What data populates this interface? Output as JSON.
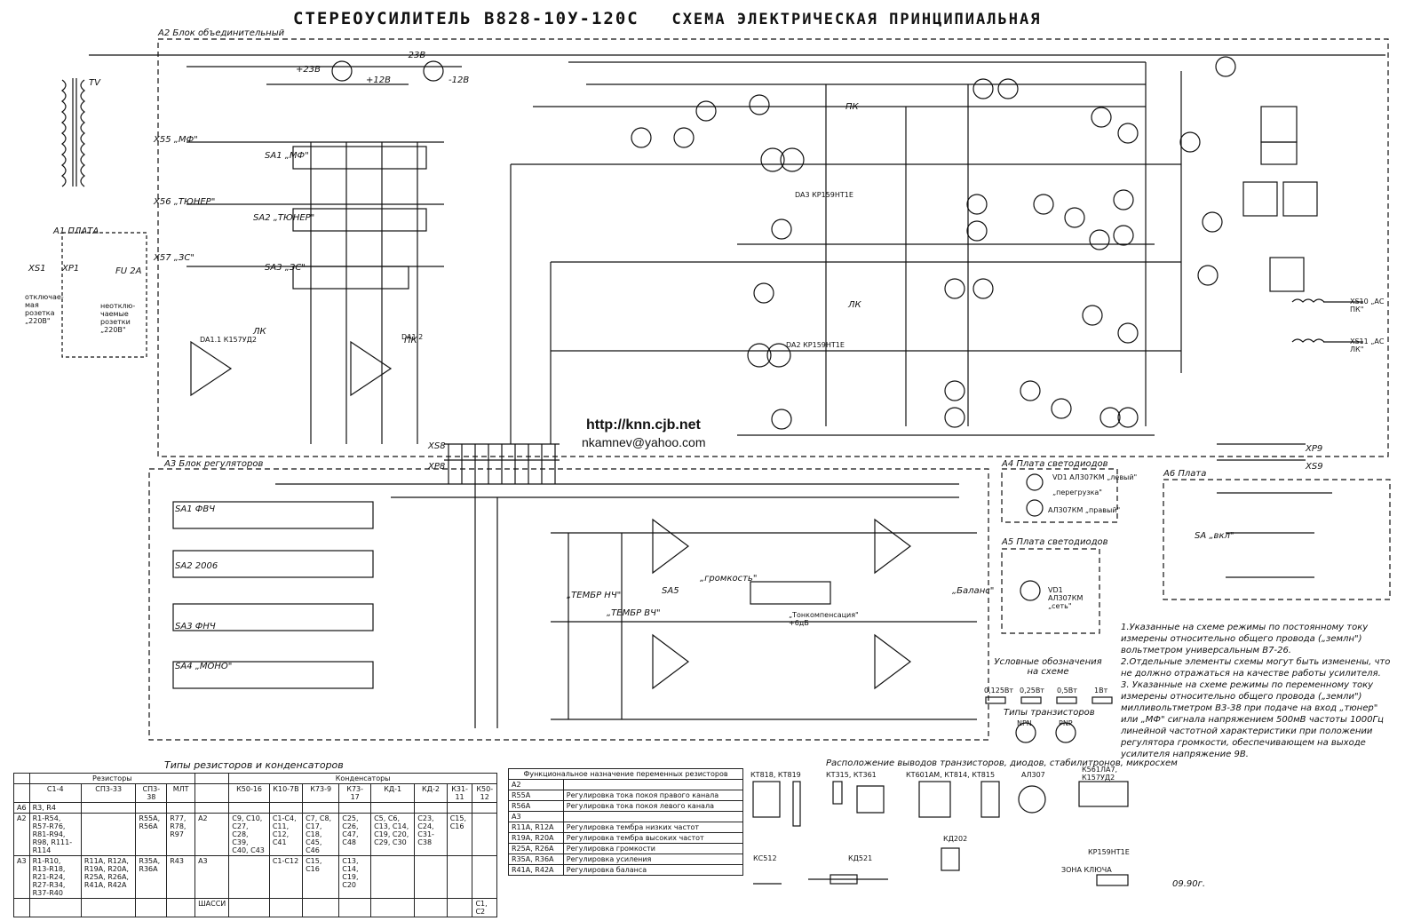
{
  "title": {
    "main": "СТЕРЕОУСИЛИТЕЛЬ В828-10У-120С",
    "sub": "СХЕМА ЭЛЕКТРИЧЕСКАЯ ПРИНЦИПИАЛЬНАЯ"
  },
  "blocks": {
    "a2": "А2 Блок объединительный",
    "a3": "А3 Блок регуляторов",
    "a4": "А4 Плата светодиодов",
    "a5": "А5 Плата светодиодов",
    "a6": "А6 Плата",
    "a1": "А1 ПЛАТА"
  },
  "web": {
    "url": "http://knn.cjb.net",
    "email": "nkamnev@yahoo.com"
  },
  "labels": {
    "xs55": "X55 „МФ\"",
    "xs56": "X56 „ТЮНЕР\"",
    "xs57": "X57 „ЗС\"",
    "sa1": "SA1 „МФ\"",
    "sa2": "SA2 „ТЮНЕР\"",
    "sa3": "SA3 „ЗС\"",
    "xs1": "XS1",
    "xp1": "XP1",
    "socket_off": "отключае- мая розетка „220В\"",
    "socket_on": "неотклю- чаемые розетки „220В\"",
    "fu": "FU 2А",
    "tv": "TV",
    "xs8": "XS8",
    "xp8": "XP8",
    "xp9": "XP9",
    "xs9": "XS9",
    "xs10": "XS10 „АС ПК\"",
    "xs11": "XS11 „АС ЛК\"",
    "pk": "ПК",
    "lk": "ЛК",
    "v_p23": "+23В",
    "v_m23": "-23В",
    "v_p12": "+12В",
    "v_m12": "-12В",
    "da3": "DA3 КР159НТ1Е",
    "da2": "DA2 КР159НТ1Е",
    "da1_1": "DA1.1 К157УД2",
    "da1_2": "DA1.2",
    "vd1_left": "VD1 АЛ307КМ „левый\"",
    "overload": "„перегрузка\"",
    "vd2_right": "АЛ307КМ „правый\"",
    "vd1_net": "VD1 АЛ307КМ „сеть\"",
    "balance": "„Баланс\"",
    "tone_lf": "„ТЕМБР НЧ\"",
    "tone_hf": "„ТЕМБР ВЧ\"",
    "volume": "„громкость\"",
    "tonecomp": "„Тонкомпенсация\" +6дБ",
    "sa1_fvch": "SA1 ФВЧ",
    "sa2_2006": "SA2 2006",
    "sa3_fnch": "SA3 ФНЧ",
    "sa4_mono": "SA4 „МОНО\"",
    "sa5": "SA5",
    "sa_vkl": "SA „вкл\"",
    "legend_title": "Условные обозначения на схеме",
    "res_types": [
      "0,125Вт",
      "0,25Вт",
      "0,5Вт",
      "1Вт"
    ],
    "trans_types_title": "Типы транзисторов",
    "npn": "NPN",
    "pnp": "PNP",
    "pinout_title": "Расположение выводов транзисторов, диодов, стабилитронов, микросхем",
    "date": "09.90г."
  },
  "pinouts": [
    "КТ818, КТ819",
    "КТ315, КТ361",
    "КТ601АМ, КТ814, КТ815",
    "АЛ307",
    "К561ЛА7, К157УД2",
    "КС512",
    "КД521",
    "КД202",
    "КР159НТ1Е",
    "ЗОНА КЛЮЧА"
  ],
  "notes": [
    "1.Указанные на схеме режимы по постоянному току измерены относительно общего провода („землн\") вольтметром универсальным В7-26.",
    "2.Отдельные элементы схемы могут быть изменены, что не должно отражаться на качестве работы усилителя.",
    "3. Указанные на схеме режимы по переменному току измерены относительно общего провода („земли\") милливольтметром В3-38 при подаче на вход „тюнер\" или „МФ\" сигнала напряжением 500мВ частоты 1000Гц линейной частотной характеристики при положении регулятора громкости, обеспечивающем на выходе усилителя напряжение 9В."
  ],
  "rc_table": {
    "caption": "Типы резисторов и конденсаторов",
    "groups": [
      "Резисторы",
      "Конденсаторы"
    ],
    "columns": [
      "",
      "С1-4",
      "СП3-33",
      "СП3-38",
      "МЛТ",
      "",
      "К50-16",
      "К10-7В",
      "К73-9",
      "К73-17",
      "КД-1",
      "КД-2",
      "К31-11",
      "К50-12"
    ],
    "rows": [
      [
        "А6",
        "R3, R4",
        "",
        "",
        "",
        "",
        "",
        "",
        "",
        "",
        "",
        "",
        "",
        ""
      ],
      [
        "А2",
        "R1-R54, R57-R76, R81-R94, R98, R111-R114",
        "",
        "R55А, R56А",
        "R77, R78, R97",
        "А2",
        "С9, С10, С27, С28, С39, С40, С43",
        "С1-С4, С11, С12, С41",
        "С7, С8, С17, С18, С45, С46",
        "С25, С26, С47, С48",
        "С5, С6, С13, С14, С19, С20, С29, С30",
        "С23, С24, С31-С38",
        "С15, С16",
        ""
      ],
      [
        "А3",
        "R1-R10, R13-R18, R21-R24, R27-R34, R37-R40",
        "R11А, R12А, R19А, R20А, R25А, R26А, R41А, R42А",
        "R35А, R36А",
        "R43",
        "А3",
        "",
        "С1-С12",
        "С15, С16",
        "С13, С14, С19, С20",
        "",
        "",
        "",
        ""
      ],
      [
        "",
        "",
        "",
        "",
        "",
        "ШАССИ",
        "",
        "",
        "",
        "",
        "",
        "",
        "",
        "С1, С2"
      ]
    ]
  },
  "func_table": {
    "header": "Функциональное назначение переменных резисторов",
    "rows": [
      [
        "А2",
        ""
      ],
      [
        "R55А",
        "Регулировка тока покоя правого канала"
      ],
      [
        "R56А",
        "Регулировка тока покоя левого канала"
      ],
      [
        "А3",
        ""
      ],
      [
        "R11А, R12А",
        "Регулировка тембра низких частот"
      ],
      [
        "R19А, R20А",
        "Регулировка тембра высоких частот"
      ],
      [
        "R25А, R26А",
        "Регулировка громкости"
      ],
      [
        "R35А, R36А",
        "Регулировка усиления"
      ],
      [
        "R41А, R42А",
        "Регулировка баланса"
      ]
    ]
  }
}
